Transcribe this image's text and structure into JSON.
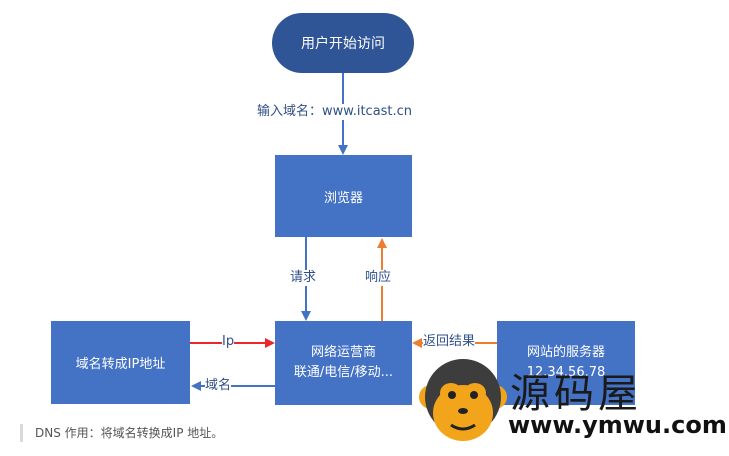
{
  "nodes": {
    "start": "用户开始访问",
    "browser": "浏览器",
    "isp_line1": "网络运营商",
    "isp_line2": "联通/电信/移动...",
    "dns": "域名转成IP地址",
    "server_line1": "网站的服务器",
    "server_line2": "12.34.56.78"
  },
  "labels": {
    "input_domain": "输入域名：www.itcast.cn",
    "request": "请求",
    "response": "响应",
    "ip": "Ip",
    "return_result": "返回结果",
    "domain": "域名"
  },
  "caption": "DNS 作用：将域名转换成IP 地址。",
  "watermark": {
    "name": "源码屋",
    "url": "www.ymwu.com"
  },
  "colors": {
    "pill": "#2f5597",
    "box": "#4472c4",
    "arrow_blue": "#4472c4",
    "arrow_orange": "#ed7d31",
    "arrow_red": "#e8282b"
  }
}
